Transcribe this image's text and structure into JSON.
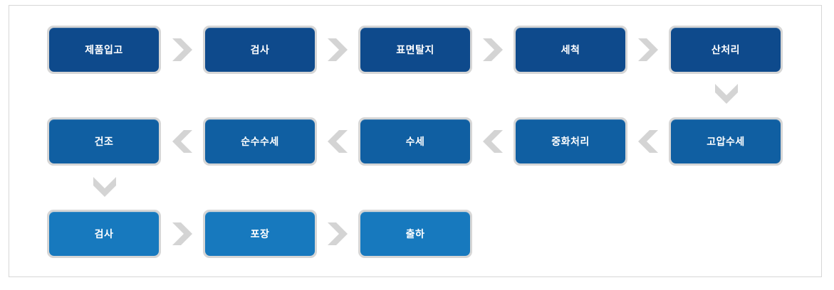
{
  "colors": {
    "row1": "#0e4a8c",
    "row2": "#105fa2",
    "row3": "#1779be",
    "arrow": "#d4d4d4",
    "border": "#d6d6d6"
  },
  "process": {
    "row1": [
      {
        "label": "제품입고"
      },
      {
        "label": "검사"
      },
      {
        "label": "표면탈지"
      },
      {
        "label": "세척"
      },
      {
        "label": "산처리"
      }
    ],
    "row2": [
      {
        "label": "건조"
      },
      {
        "label": "순수수세"
      },
      {
        "label": "수세"
      },
      {
        "label": "중화처리"
      },
      {
        "label": "고압수세"
      }
    ],
    "row3": [
      {
        "label": "검사"
      },
      {
        "label": "포장"
      },
      {
        "label": "출하"
      }
    ]
  },
  "arrows": {
    "row1": "right",
    "row2": "left",
    "row3": "right",
    "down": [
      "row1-to-row2",
      "row2-to-row3"
    ]
  }
}
